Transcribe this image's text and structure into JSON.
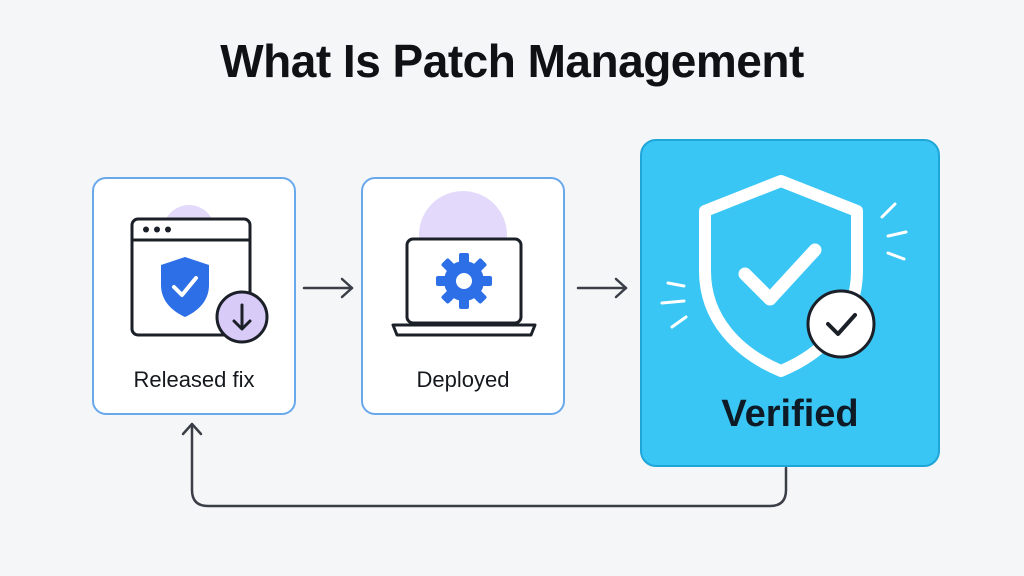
{
  "title": "What Is Patch Management",
  "steps": [
    {
      "label": "Released fix"
    },
    {
      "label": "Deployed"
    },
    {
      "label": "Verified"
    }
  ],
  "icons": {
    "step_1": [
      "browser-window-icon",
      "shield-check-icon",
      "download-arrow-icon"
    ],
    "step_2": [
      "laptop-icon",
      "gear-icon"
    ],
    "step_3": [
      "shield-check-icon",
      "check-badge-icon"
    ]
  },
  "colors": {
    "background": "#f5f6f8",
    "card_border": "#6aa8ec",
    "highlight_fill": "#39c6f4",
    "accent_blue": "#2d6fe6",
    "accent_purple": "#d6c8f7"
  }
}
